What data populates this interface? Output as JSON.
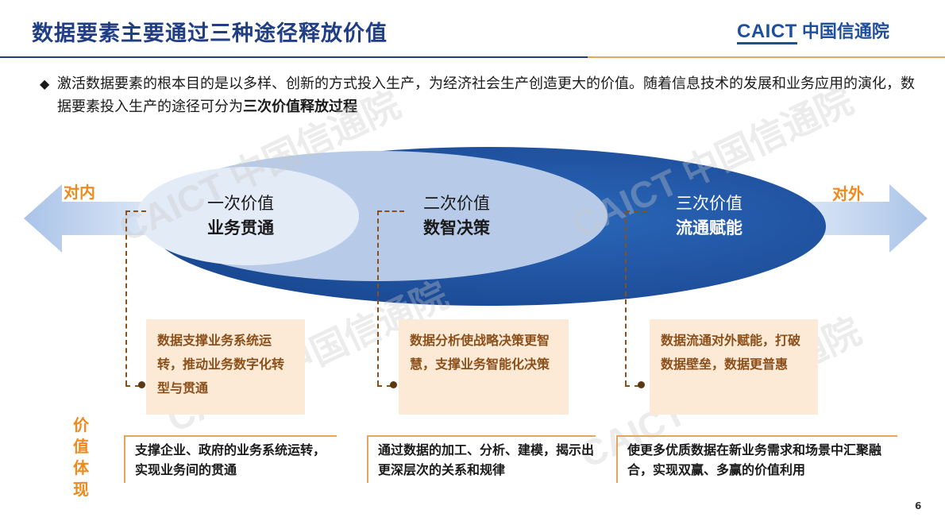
{
  "header": {
    "title": "数据要素主要通过三种途径释放价值",
    "logo_latin": "CAICT",
    "logo_cn": "中国信通院"
  },
  "intro": {
    "bullet": "◆",
    "text_normal": "激活数据要素的根本目的是以多样、创新的方式投入生产，为经济社会生产创造更大的价值。随着信息技术的发展和业务应用的演化，数据要素投入生产的途径可分为",
    "text_bold": "三次价值释放过程"
  },
  "arrows": {
    "left_label": "对内",
    "right_label": "对外"
  },
  "stages": [
    {
      "title": "一次价值",
      "subtitle": "业务贯通",
      "card": "数据支撑业务系统运转，推动业务数字化转型与贯通",
      "value": "支撑企业、政府的业务系统运转，实现业务间的贯通"
    },
    {
      "title": "二次价值",
      "subtitle": "数智决策",
      "card": "数据分析使战略决策更智慧，支撑业务智能化决策",
      "value": "通过数据的加工、分析、建模，揭示出更深层次的关系和规律"
    },
    {
      "title": "三次价值",
      "subtitle": "流通赋能",
      "card": "数据流通对外赋能，打破数据壁垒，数据更普惠",
      "value": "使更多优质数据在新业务需求和场景中汇聚融合，实现双赢、多赢的价值利用"
    }
  ],
  "value_label": "价值体现",
  "page_number": "6",
  "watermark": "CAICT 中国信通院",
  "colors": {
    "title_blue": "#1f3e84",
    "accent_orange": "#ee8a1e",
    "card_bg": "#fcead6",
    "ellipse_dark": "#1f55a6",
    "ellipse_mid": "#b5cbe8",
    "ellipse_light": "#e2ebf7",
    "arrow_blue": "#b8cfee"
  },
  "icons": [
    "diamond-bullet-icon",
    "arrow-left-icon",
    "arrow-right-icon"
  ]
}
